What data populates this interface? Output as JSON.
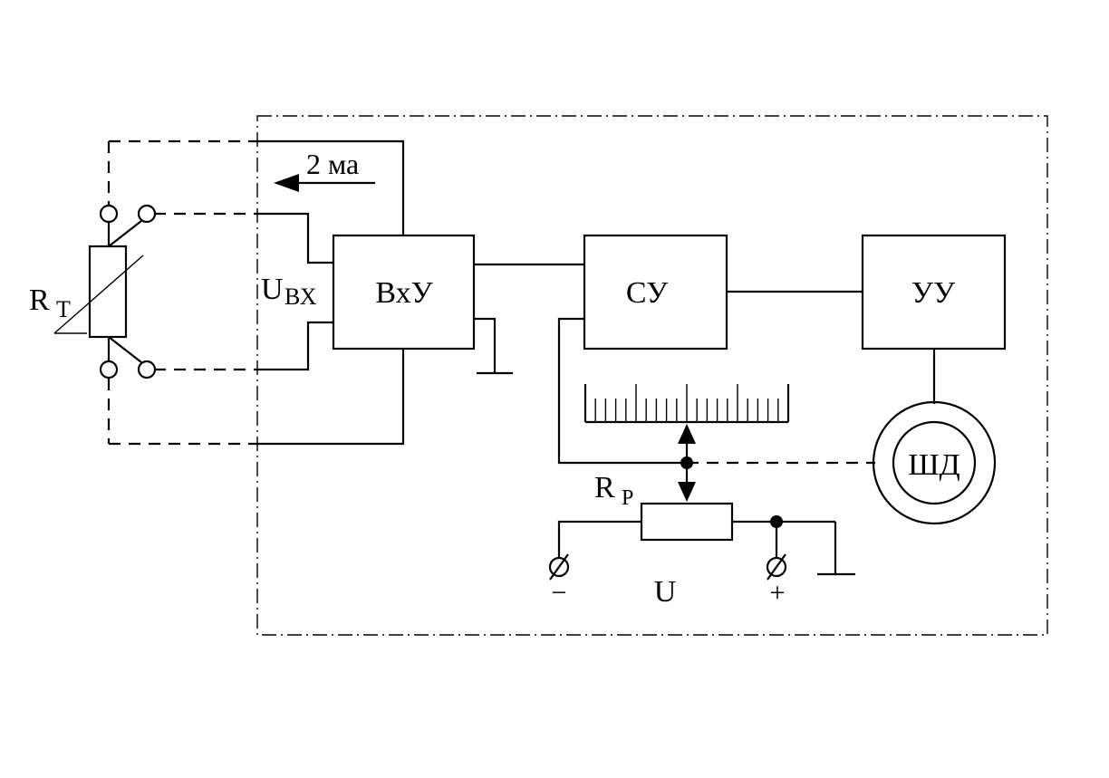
{
  "blocks": {
    "input_unit": "ВхУ",
    "tracking_unit": "СУ",
    "control_unit": "УУ",
    "stepper_motor": "ШД"
  },
  "labels": {
    "thermistor_main": "R",
    "thermistor_sub": "T",
    "rheostat_main": "R",
    "rheostat_sub": "P",
    "input_voltage_main": "U",
    "input_voltage_sub": "ВХ",
    "current": "2 ма",
    "supply_voltage": "U",
    "minus_terminal": "−",
    "plus_terminal": "+"
  },
  "colors": {
    "line": "#000000",
    "background": "#ffffff"
  }
}
